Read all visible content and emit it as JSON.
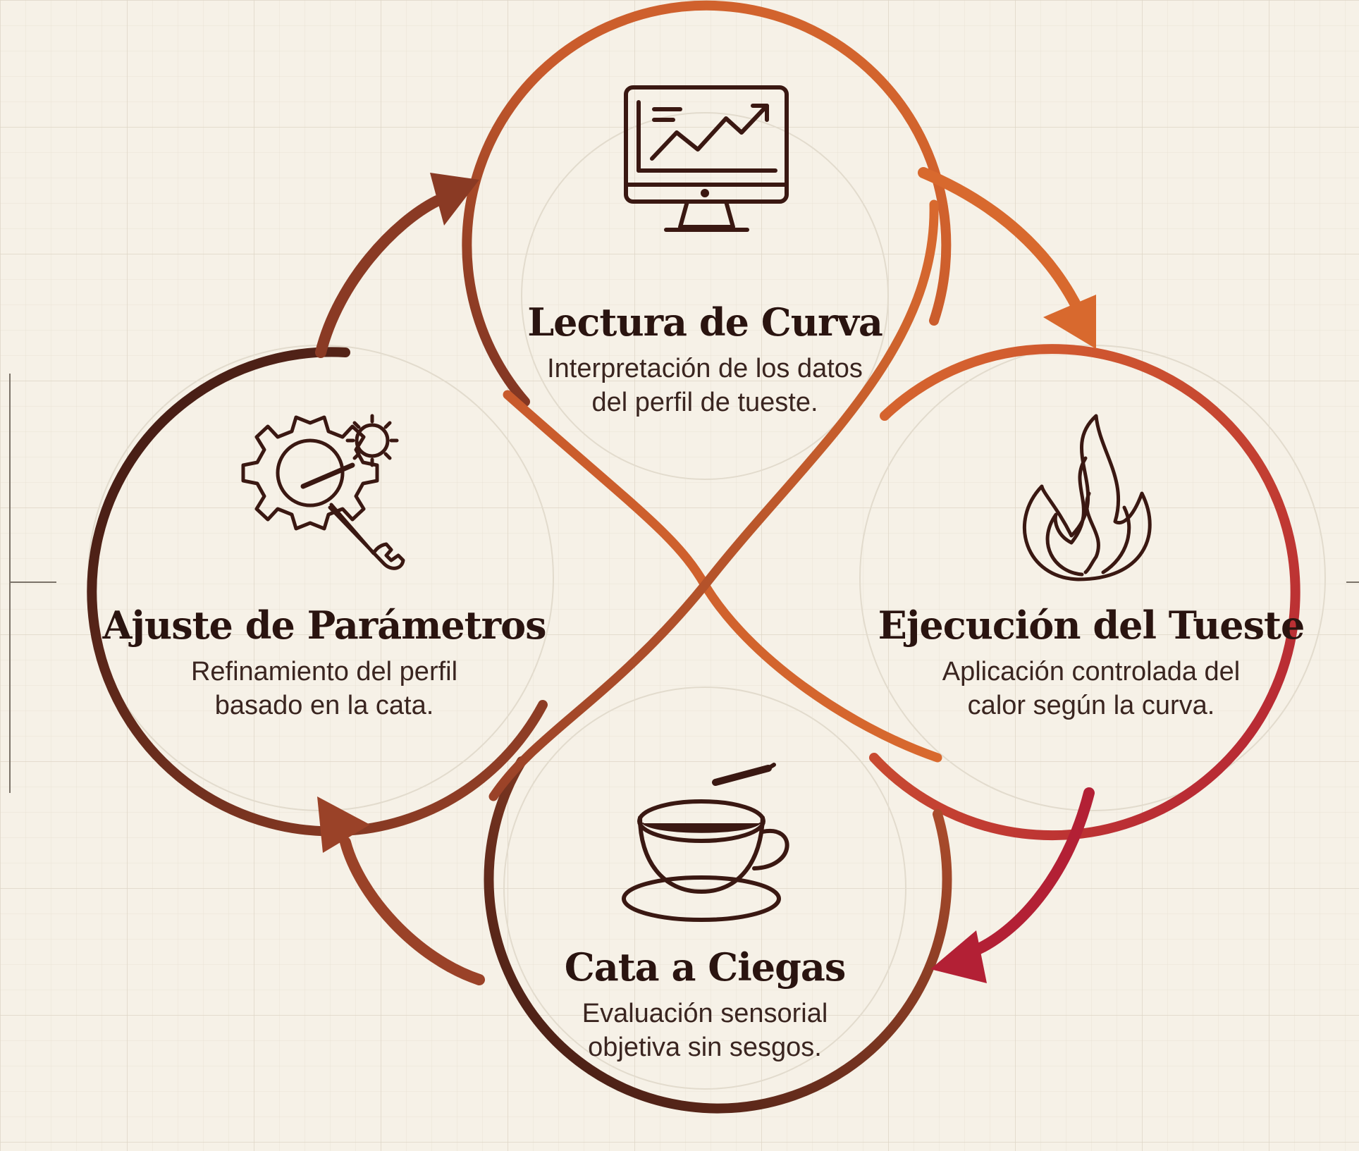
{
  "nodes": [
    {
      "key": "curve",
      "title": "Lectura de Curva",
      "description": [
        "Interpretación de los datos",
        "del perfil de tueste."
      ],
      "icon": "monitor-chart-icon"
    },
    {
      "key": "roast",
      "title": "Ejecución del Tueste",
      "description": [
        "Aplicación controlada del",
        "calor según la curva."
      ],
      "icon": "flame-icon"
    },
    {
      "key": "cupping",
      "title": "Cata a Ciegas",
      "description": [
        "Evaluación sensorial",
        "objetiva sin sesgos."
      ],
      "icon": "coffee-cup-icon"
    },
    {
      "key": "adjust",
      "title": "Ajuste de Parámetros",
      "description": [
        "Refinamiento del perfil",
        "basado en la cata."
      ],
      "icon": "gear-wrench-icon"
    }
  ],
  "colors": {
    "background": "#f6f1e7",
    "grid": "#e4ddd0",
    "dark_brown": "#3a1812",
    "brown": "#7a3222",
    "orange": "#d8692e",
    "crimson": "#b32035",
    "icon_stroke": "#3a1812",
    "title": "#2a1410",
    "text": "#3a2520"
  }
}
